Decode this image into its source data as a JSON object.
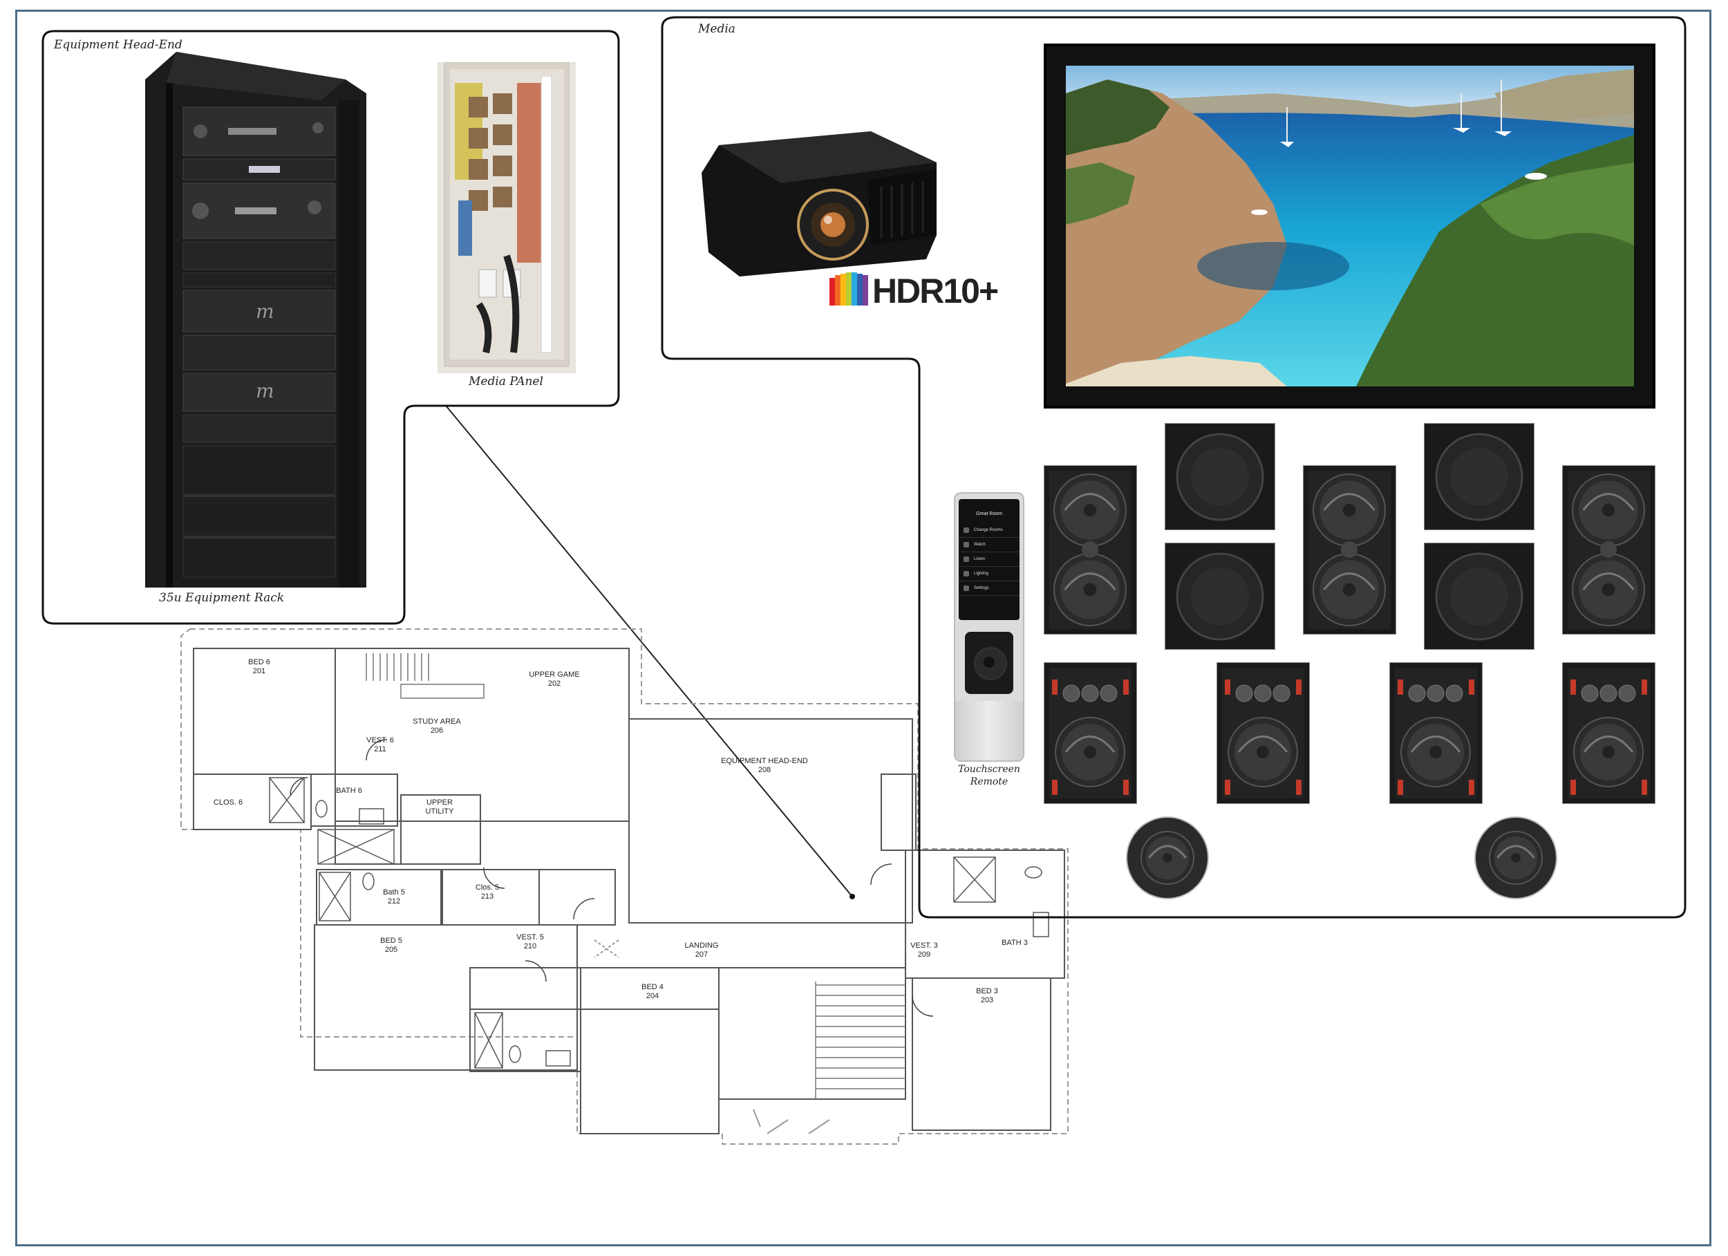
{
  "equipment_panel": {
    "title": "Equipment Head-End",
    "rack_caption": "35u Equipment Rack",
    "media_panel_caption": "Media PAnel"
  },
  "media_panel": {
    "title": "Media",
    "hdr_logo": "HDR10+",
    "remote_caption": "Touchscreen\nRemote",
    "remote_screen": {
      "header": "Great Room",
      "menu": [
        "Change Rooms",
        "Watch",
        "Listen",
        "Lighting",
        "Settings"
      ]
    }
  },
  "floor_plan": {
    "rooms": [
      {
        "name": "BED 6",
        "number": "201"
      },
      {
        "name": "UPPER GAME",
        "number": "202"
      },
      {
        "name": "STUDY AREA",
        "number": "206"
      },
      {
        "name": "VEST. 6",
        "number": "211"
      },
      {
        "name": "CLOS. 6",
        "number": ""
      },
      {
        "name": "BATH 6",
        "number": ""
      },
      {
        "name": "UPPER\nUTILITY",
        "number": ""
      },
      {
        "name": "EQUIPMENT HEAD-END",
        "number": "208"
      },
      {
        "name": "Bath 5",
        "number": "212"
      },
      {
        "name": "Clos. 5",
        "number": "213"
      },
      {
        "name": "BED 5",
        "number": "205"
      },
      {
        "name": "VEST. 5",
        "number": "210"
      },
      {
        "name": "LANDING",
        "number": "207"
      },
      {
        "name": "VEST. 3",
        "number": "209"
      },
      {
        "name": "BATH 3",
        "number": ""
      },
      {
        "name": "BED 4",
        "number": "204"
      },
      {
        "name": "BED 3",
        "number": "203"
      }
    ]
  },
  "colors": {
    "frame": "#4d6e86",
    "panel_border": "#111111",
    "water": "#1aa7d6"
  }
}
